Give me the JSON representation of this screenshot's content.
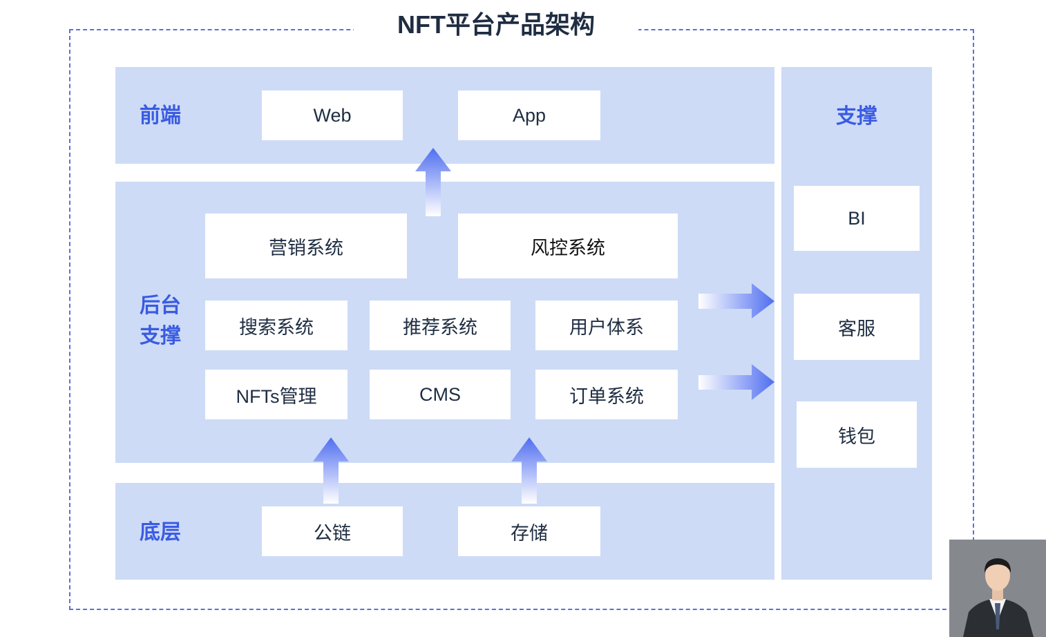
{
  "diagram": {
    "title": "NFT平台产品架构",
    "frontend": {
      "label": "前端",
      "items": [
        "Web",
        "App"
      ]
    },
    "backend": {
      "label_line1": "后台",
      "label_line2": "支撑",
      "items": [
        "营销系统",
        "风控系统",
        "搜索系统",
        "推荐系统",
        "用户体系",
        "NFTs管理",
        "CMS",
        "订单系统"
      ]
    },
    "base": {
      "label": "底层",
      "items": [
        "公链",
        "存储"
      ]
    },
    "support": {
      "label": "支撑",
      "items": [
        "BI",
        "客服",
        "钱包"
      ]
    }
  },
  "colors": {
    "band": "#cddbf6",
    "label": "#3a5be2",
    "arrow": "#4f6ef0",
    "frame": "#5b6fdb"
  }
}
